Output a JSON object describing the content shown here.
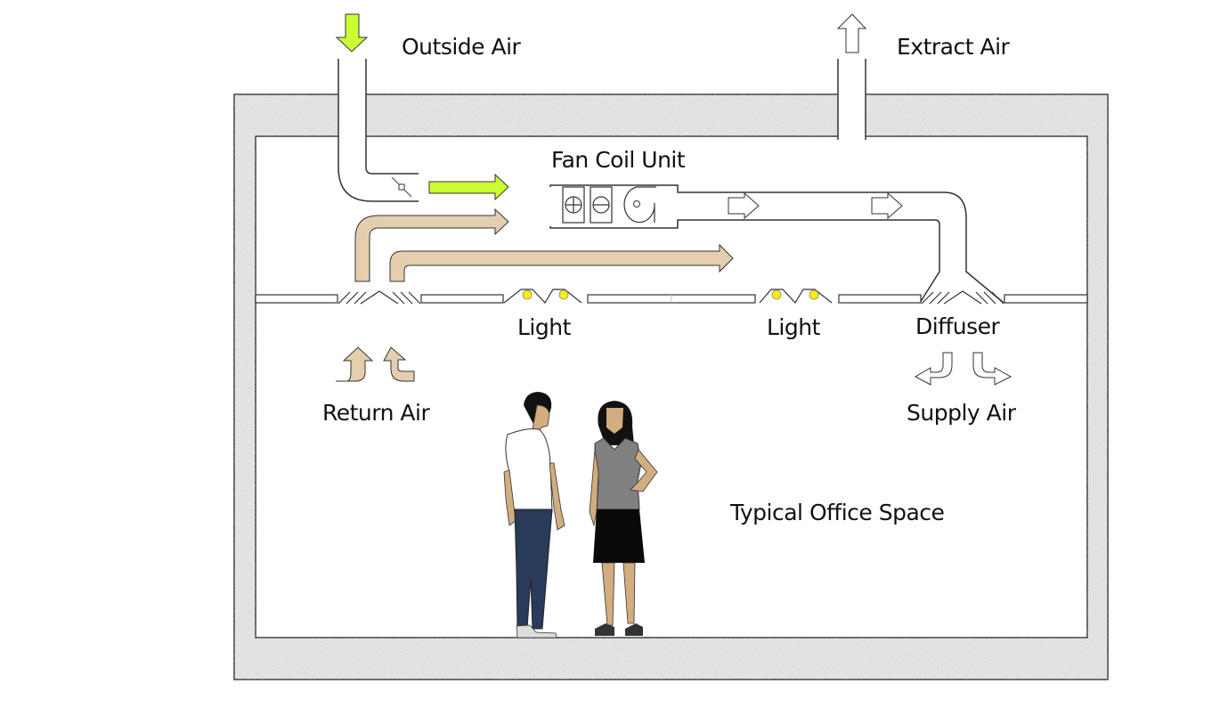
{
  "diagram": {
    "title": "Fan Coil Unit",
    "labels": {
      "outside_air": "Outside Air",
      "extract_air": "Extract Air",
      "fan_coil_unit": "Fan Coil Unit",
      "light_1": "Light",
      "light_2": "Light",
      "diffuser": "Diffuser",
      "return_air": "Return Air",
      "supply_air": "Supply Air",
      "room": "Typical Office Space"
    },
    "icons": {
      "outside_air_arrow": "arrow-down-icon",
      "extract_air_arrow": "arrow-up-icon",
      "heating_coil": "plus-circle-icon",
      "cooling_coil": "minus-circle-icon",
      "fan": "centrifugal-fan-icon",
      "damper": "damper-icon",
      "light_fixture": "light-bulb-icon"
    },
    "colors": {
      "outside_air": "#ccff33",
      "return_air": "#e3cfae",
      "supply_air": "#ffffff",
      "light": "#ffee00",
      "wall": "#e8e8e8",
      "outline": "#333333"
    }
  }
}
